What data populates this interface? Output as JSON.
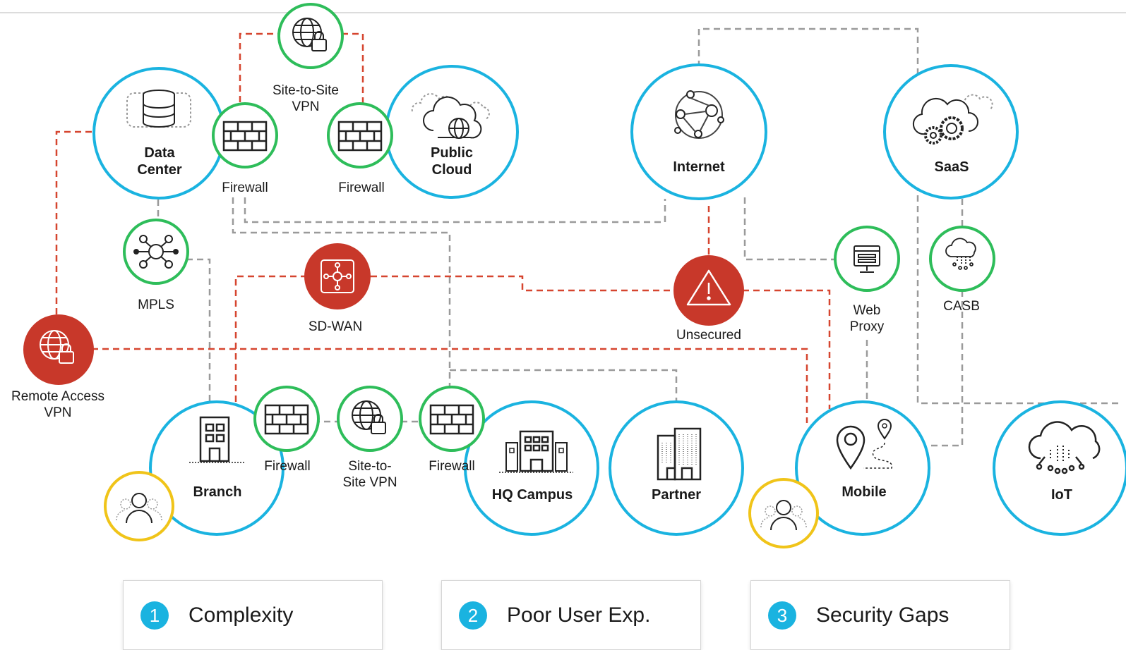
{
  "colors": {
    "blue_ring": "#1ab3e0",
    "green_ring": "#2ebd5a",
    "red_fill": "#c8382a",
    "yellow_ring": "#f0c419",
    "red_dash": "#d6452f",
    "gray_dash": "#9a9a9a",
    "legend_num": "#1ab3e0"
  },
  "nodes": {
    "data_center": {
      "label": "Data\nCenter",
      "icon": "database-icon"
    },
    "public_cloud": {
      "label": "Public\nCloud",
      "icon": "cloud-globe-icon"
    },
    "internet": {
      "label": "Internet",
      "icon": "internet-network-icon"
    },
    "saas": {
      "label": "SaaS",
      "icon": "cloud-gears-icon"
    },
    "site_vpn_top": {
      "label": "Site-to-Site\nVPN",
      "icon": "globe-lock-icon"
    },
    "firewall_dc": {
      "label": "Firewall",
      "icon": "firewall-icon"
    },
    "firewall_cloud": {
      "label": "Firewall",
      "icon": "firewall-icon"
    },
    "mpls": {
      "label": "MPLS",
      "icon": "mpls-network-icon"
    },
    "sdwan": {
      "label": "SD-WAN",
      "icon": "sdwan-icon"
    },
    "unsecured": {
      "label": "Unsecured",
      "icon": "warning-icon"
    },
    "web_proxy": {
      "label": "Web\nProxy",
      "icon": "web-proxy-icon"
    },
    "casb": {
      "label": "CASB",
      "icon": "casb-cloud-icon"
    },
    "remote_vpn": {
      "label": "Remote Access\nVPN",
      "icon": "globe-lock-icon"
    },
    "branch": {
      "label": "Branch",
      "icon": "building-icon"
    },
    "firewall_branch": {
      "label": "Firewall",
      "icon": "firewall-icon"
    },
    "site_vpn_bottom": {
      "label": "Site-to-\nSite VPN",
      "icon": "globe-lock-icon"
    },
    "firewall_hq": {
      "label": "Firewall",
      "icon": "firewall-icon"
    },
    "hq_campus": {
      "label": "HQ Campus",
      "icon": "campus-building-icon"
    },
    "partner": {
      "label": "Partner",
      "icon": "partner-buildings-icon"
    },
    "mobile": {
      "label": "Mobile",
      "icon": "location-pin-icon"
    },
    "iot": {
      "label": "IoT",
      "icon": "iot-cloud-icon"
    },
    "users_branch": {
      "label": "",
      "icon": "users-icon"
    },
    "users_mobile": {
      "label": "",
      "icon": "users-icon"
    }
  },
  "legend": [
    {
      "number": "1",
      "text": "Complexity"
    },
    {
      "number": "2",
      "text": "Poor User Exp."
    },
    {
      "number": "3",
      "text": "Security Gaps"
    }
  ]
}
